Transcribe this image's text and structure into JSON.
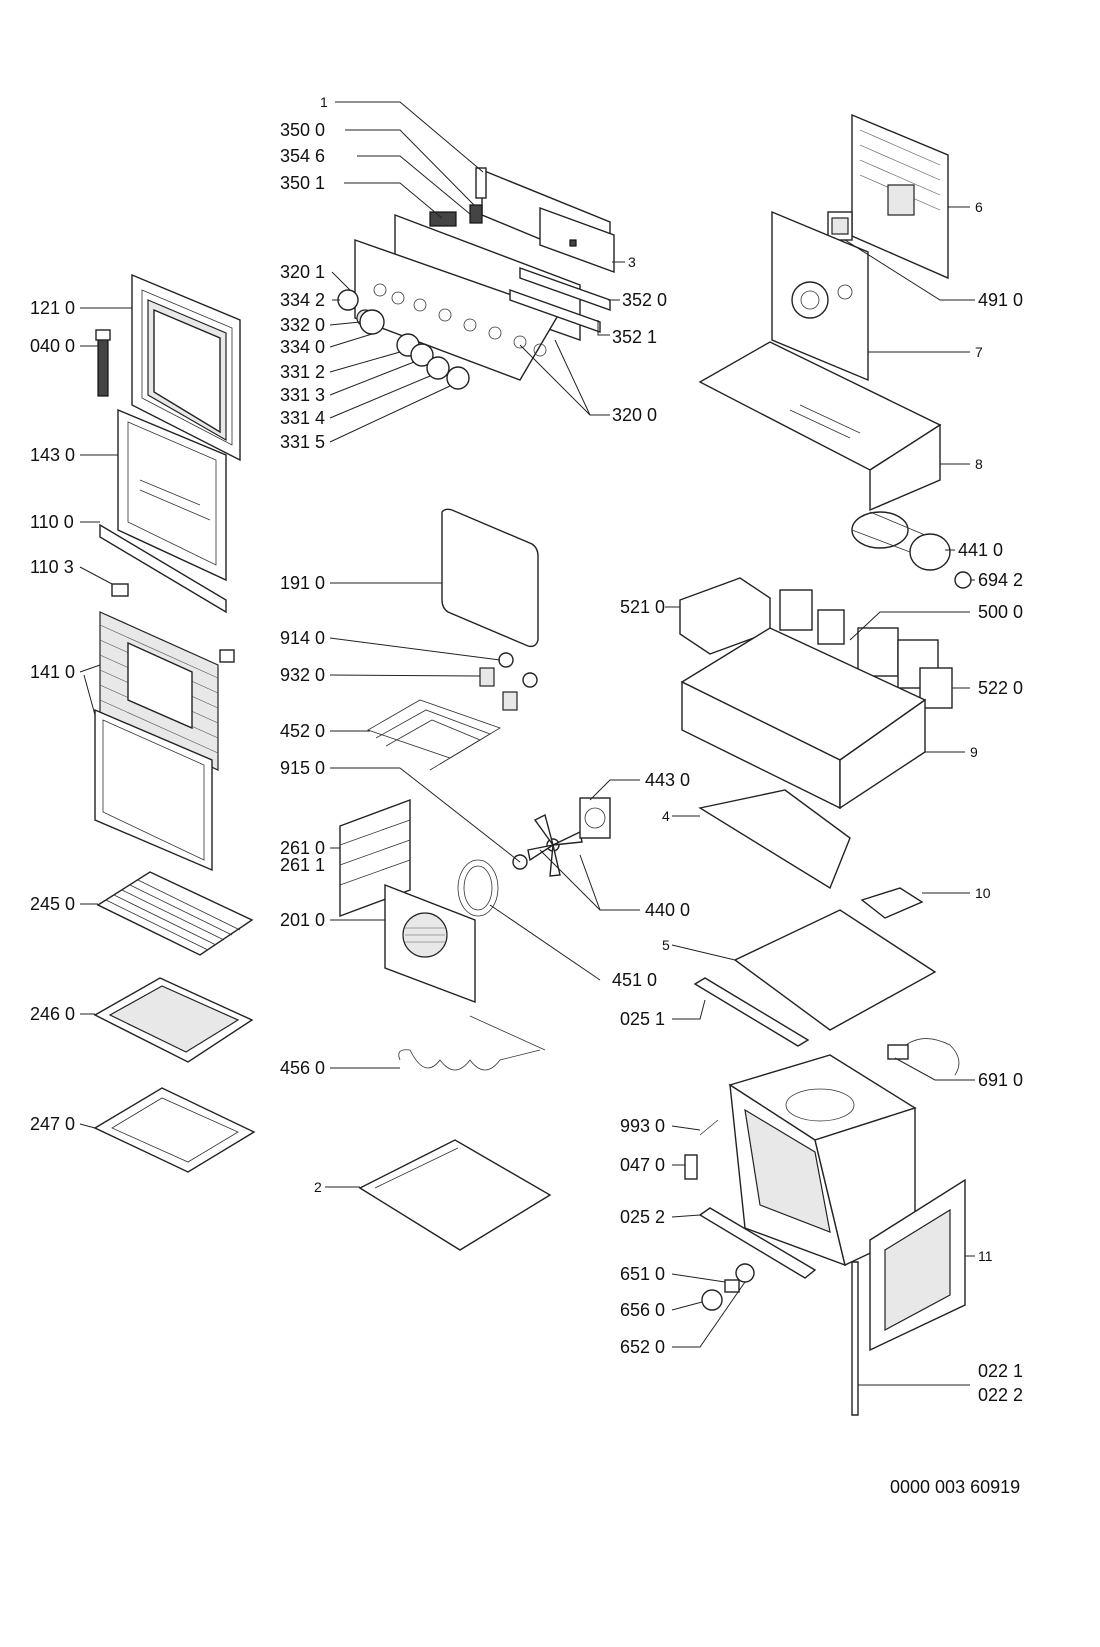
{
  "callouts": [
    {
      "id": "1",
      "text": "1"
    },
    {
      "id": "350_0",
      "text": "350 0"
    },
    {
      "id": "354_6",
      "text": "354 6"
    },
    {
      "id": "350_1",
      "text": "350 1"
    },
    {
      "id": "3",
      "text": "3"
    },
    {
      "id": "320_1",
      "text": "320 1"
    },
    {
      "id": "334_2",
      "text": "334 2"
    },
    {
      "id": "332_0",
      "text": "332 0"
    },
    {
      "id": "334_0",
      "text": "334 0"
    },
    {
      "id": "331_2",
      "text": "331 2"
    },
    {
      "id": "331_3",
      "text": "331 3"
    },
    {
      "id": "331_4",
      "text": "331 4"
    },
    {
      "id": "331_5",
      "text": "331 5"
    },
    {
      "id": "352_0",
      "text": "352 0"
    },
    {
      "id": "352_1",
      "text": "352 1"
    },
    {
      "id": "320_0",
      "text": "320 0"
    },
    {
      "id": "6",
      "text": "6"
    },
    {
      "id": "491_0",
      "text": "491 0"
    },
    {
      "id": "7",
      "text": "7"
    },
    {
      "id": "8",
      "text": "8"
    },
    {
      "id": "121_0",
      "text": "121 0"
    },
    {
      "id": "040_0",
      "text": "040 0"
    },
    {
      "id": "143_0",
      "text": "143 0"
    },
    {
      "id": "110_0",
      "text": "110 0"
    },
    {
      "id": "110_3",
      "text": "110 3"
    },
    {
      "id": "141_0",
      "text": "141 0"
    },
    {
      "id": "245_0",
      "text": "245 0"
    },
    {
      "id": "246_0",
      "text": "246 0"
    },
    {
      "id": "247_0",
      "text": "247 0"
    },
    {
      "id": "191_0",
      "text": "191 0"
    },
    {
      "id": "914_0",
      "text": "914 0"
    },
    {
      "id": "932_0",
      "text": "932 0"
    },
    {
      "id": "452_0",
      "text": "452 0"
    },
    {
      "id": "915_0",
      "text": "915 0"
    },
    {
      "id": "443_0",
      "text": "443 0"
    },
    {
      "id": "261_0",
      "text": "261 0"
    },
    {
      "id": "261_1",
      "text": "261 1"
    },
    {
      "id": "201_0",
      "text": "201 0"
    },
    {
      "id": "440_0",
      "text": "440 0"
    },
    {
      "id": "451_0",
      "text": "451 0"
    },
    {
      "id": "456_0",
      "text": "456 0"
    },
    {
      "id": "2",
      "text": "2"
    },
    {
      "id": "441_0",
      "text": "441 0"
    },
    {
      "id": "694_2",
      "text": "694 2"
    },
    {
      "id": "521_0",
      "text": "521 0"
    },
    {
      "id": "500_0",
      "text": "500 0"
    },
    {
      "id": "522_0",
      "text": "522 0"
    },
    {
      "id": "9",
      "text": "9"
    },
    {
      "id": "4",
      "text": "4"
    },
    {
      "id": "10",
      "text": "10"
    },
    {
      "id": "5",
      "text": "5"
    },
    {
      "id": "025_1",
      "text": "025 1"
    },
    {
      "id": "691_0",
      "text": "691 0"
    },
    {
      "id": "993_0",
      "text": "993 0"
    },
    {
      "id": "047_0",
      "text": "047 0"
    },
    {
      "id": "025_2",
      "text": "025 2"
    },
    {
      "id": "11",
      "text": "11"
    },
    {
      "id": "651_0",
      "text": "651 0"
    },
    {
      "id": "656_0",
      "text": "656 0"
    },
    {
      "id": "652_0",
      "text": "652 0"
    },
    {
      "id": "022_1",
      "text": "022 1"
    },
    {
      "id": "022_2",
      "text": "022 2"
    }
  ],
  "document_number": "0000 003 60919"
}
